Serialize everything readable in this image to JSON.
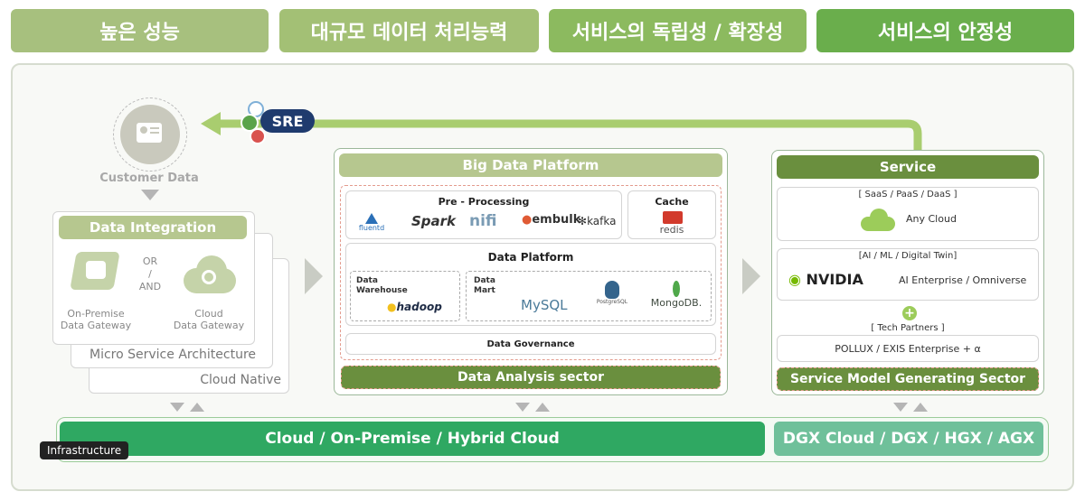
{
  "headers": [
    {
      "label": "높은 성능",
      "color": "#a7c07e"
    },
    {
      "label": "대규모 데이터 처리능력",
      "color": "#a3c075"
    },
    {
      "label": "서비스의 독립성 / 확장성",
      "color": "#8cba5f"
    },
    {
      "label": "서비스의 안정성",
      "color": "#6aae4c"
    }
  ],
  "left": {
    "sre": "SRE",
    "customer_data": "Customer Data",
    "data_integration": "Data Integration",
    "or_and": [
      "OR",
      "/",
      "AND"
    ],
    "on_premise_gateway": [
      "On-Premise",
      "Data Gateway"
    ],
    "cloud_gateway": [
      "Cloud",
      "Data Gateway"
    ],
    "msa": "Micro Service Architecture",
    "cloud_native": "Cloud Native"
  },
  "big_data": {
    "title": "Big Data Platform",
    "pre_processing": "Pre - Processing",
    "tools": [
      "fluentd",
      "Spark",
      "nifi",
      "embulk",
      "kafka"
    ],
    "cache": "Cache",
    "redis": "redis",
    "data_platform": "Data Platform",
    "data_warehouse": [
      "Data",
      "Warehouse"
    ],
    "hadoop": "hadoop",
    "data_mart": [
      "Data",
      "Mart"
    ],
    "mysql": "MySQL",
    "postgres": "PostgreSQL",
    "mongodb": "MongoDB.",
    "governance": "Data Governance",
    "analysis": "Data Analysis sector"
  },
  "service": {
    "title": "Service",
    "saas": "[ SaaS / PaaS / DaaS ]",
    "any_cloud": "Any Cloud",
    "ai": "[AI / ML / Digital Twin]",
    "nvidia": "NVIDIA",
    "ai_enterprise": "AI Enterprise / Omniverse",
    "plus": "+",
    "tech_partners": "[ Tech Partners ]",
    "pollux": "POLLUX / EXIS Enterprise + α",
    "model_sector": "Service Model Generating Sector"
  },
  "infra": {
    "cloud": "Cloud / On-Premise / Hybrid Cloud",
    "dgx": "DGX Cloud / DGX / HGX / AGX",
    "label": "Infrastructure"
  },
  "colors": {
    "green": "#2fa862",
    "teal": "#6fc09a",
    "olive": "#b6c78f",
    "dark_olive": "#6a8f3e"
  }
}
